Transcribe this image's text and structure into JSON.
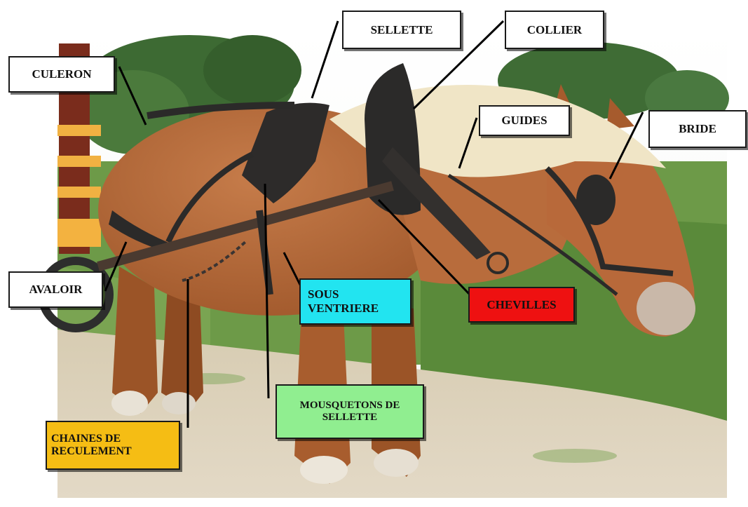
{
  "diagram": {
    "labels": {
      "culeron": {
        "text": "CULERON",
        "bg": "#ffffff"
      },
      "sellette": {
        "text": "SELLETTE",
        "bg": "#ffffff"
      },
      "collier": {
        "text": "COLLIER",
        "bg": "#ffffff"
      },
      "guides": {
        "text": "GUIDES",
        "bg": "#ffffff"
      },
      "bride": {
        "text": "BRIDE",
        "bg": "#ffffff"
      },
      "avaloir": {
        "text": "AVALOIR",
        "bg": "#ffffff"
      },
      "sous_ventriere": {
        "text": "SOUS\nVENTRIERE",
        "bg": "#22e4f0"
      },
      "chevilles": {
        "text": "CHEVILLES",
        "bg": "#ee1111"
      },
      "mousquetons": {
        "text": "MOUSQUETONS  DE\nSELLETTE",
        "bg": "#90ee90"
      },
      "chaines": {
        "text": "CHAINES DE\nRECULEMENT",
        "bg": "#f5bd14"
      }
    },
    "colors": {
      "horse_coat": "#b66a3c",
      "mane": "#f1e6c8",
      "harness": "#2b2a29",
      "grass": "#5e8a3c",
      "ground": "#d9cdb5",
      "trees": "#3f6b34"
    }
  }
}
